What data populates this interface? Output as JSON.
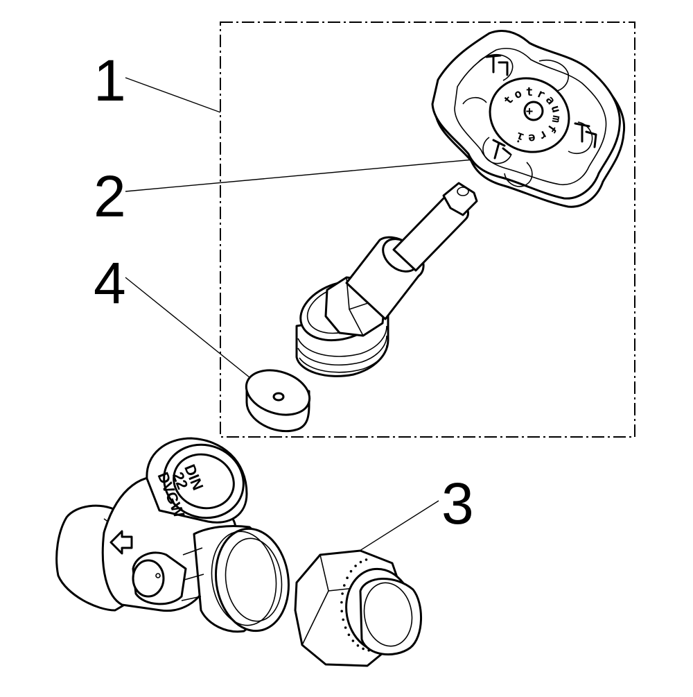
{
  "callouts": {
    "part_1": "1",
    "part_2": "2",
    "part_3": "3",
    "part_4": "4"
  },
  "handwheel_text": {
    "brand_letters": [
      "t",
      "o",
      "t",
      "r",
      "a",
      "u",
      "m",
      "f",
      "r",
      "e",
      "i"
    ],
    "center_mark": "+"
  },
  "valve_body_text": {
    "line_1": "DVGW",
    "line_2": "22",
    "line_3": "DIN"
  },
  "colors": {
    "line": "#000000",
    "background": "#ffffff"
  }
}
